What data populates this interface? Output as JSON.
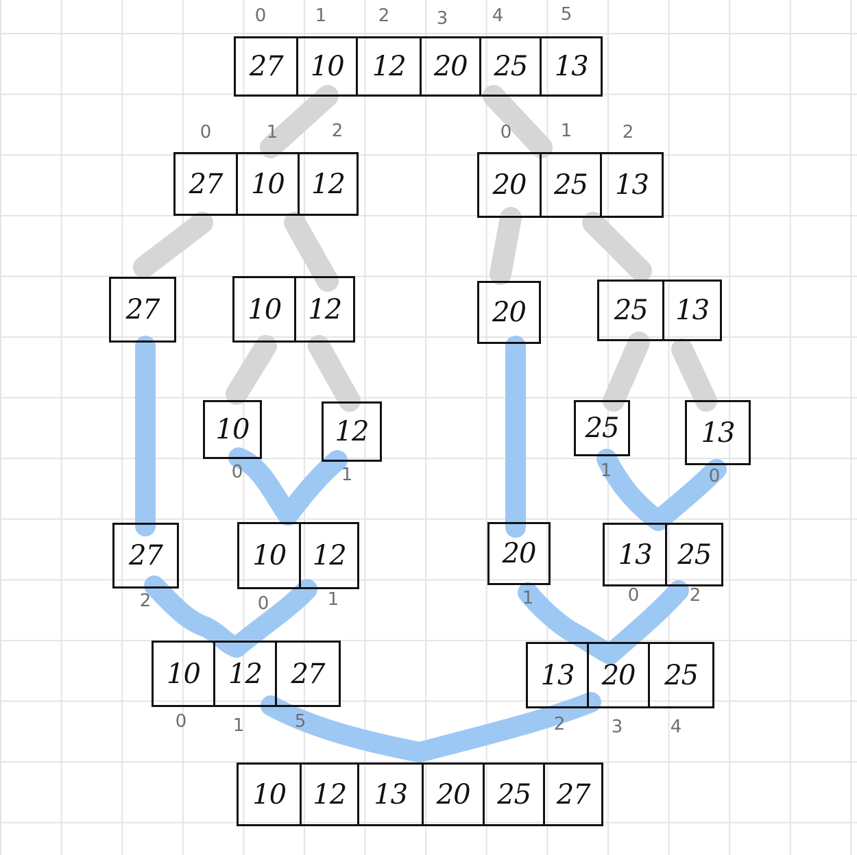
{
  "colors": {
    "split_connector": "#d6d6d6",
    "merge_connector": "#9ec8f4",
    "ink": "#111111",
    "index_label": "#6f6f6f",
    "grid": "#e4e4e4"
  },
  "top_indices": [
    "0",
    "1",
    "2",
    "3",
    "4",
    "5"
  ],
  "arrays": [
    {
      "id": "root",
      "values": [
        "27",
        "10",
        "12",
        "20",
        "25",
        "13"
      ]
    },
    {
      "id": "left-half",
      "values": [
        "27",
        "10",
        "12"
      ]
    },
    {
      "id": "right-half",
      "values": [
        "20",
        "25",
        "13"
      ]
    },
    {
      "id": "l-27",
      "values": [
        "27"
      ]
    },
    {
      "id": "l-10-12",
      "values": [
        "10",
        "12"
      ]
    },
    {
      "id": "r-20",
      "values": [
        "20"
      ]
    },
    {
      "id": "r-25-13",
      "values": [
        "25",
        "13"
      ]
    },
    {
      "id": "l-10",
      "values": [
        "10"
      ]
    },
    {
      "id": "l-12",
      "values": [
        "12"
      ]
    },
    {
      "id": "r-25",
      "values": [
        "25"
      ]
    },
    {
      "id": "r-13",
      "values": [
        "13"
      ]
    },
    {
      "id": "l-27-b",
      "values": [
        "27"
      ]
    },
    {
      "id": "l-10-12-merged",
      "values": [
        "10",
        "12"
      ]
    },
    {
      "id": "r-20-b",
      "values": [
        "20"
      ]
    },
    {
      "id": "r-13-25-merged",
      "values": [
        "13",
        "25"
      ]
    },
    {
      "id": "left-merged",
      "values": [
        "10",
        "12",
        "27"
      ]
    },
    {
      "id": "right-merged",
      "values": [
        "13",
        "20",
        "25"
      ]
    },
    {
      "id": "final-sorted",
      "values": [
        "10",
        "12",
        "13",
        "20",
        "25",
        "27"
      ]
    }
  ],
  "index_labels": {
    "left_half": [
      "0",
      "1",
      "2"
    ],
    "right_half": [
      "0",
      "1",
      "2"
    ],
    "l_10_12_split": [
      "0",
      "1"
    ],
    "r_25_13_split": [
      "1",
      "0"
    ],
    "l_27_b": [
      "2"
    ],
    "l_10_12_merged": [
      "0",
      "1"
    ],
    "r_20_b": [
      "1"
    ],
    "r_13_25_merged": [
      "0",
      "2"
    ],
    "left_merged": [
      "0",
      "1",
      "5"
    ],
    "right_merged": [
      "2",
      "3",
      "4"
    ]
  }
}
